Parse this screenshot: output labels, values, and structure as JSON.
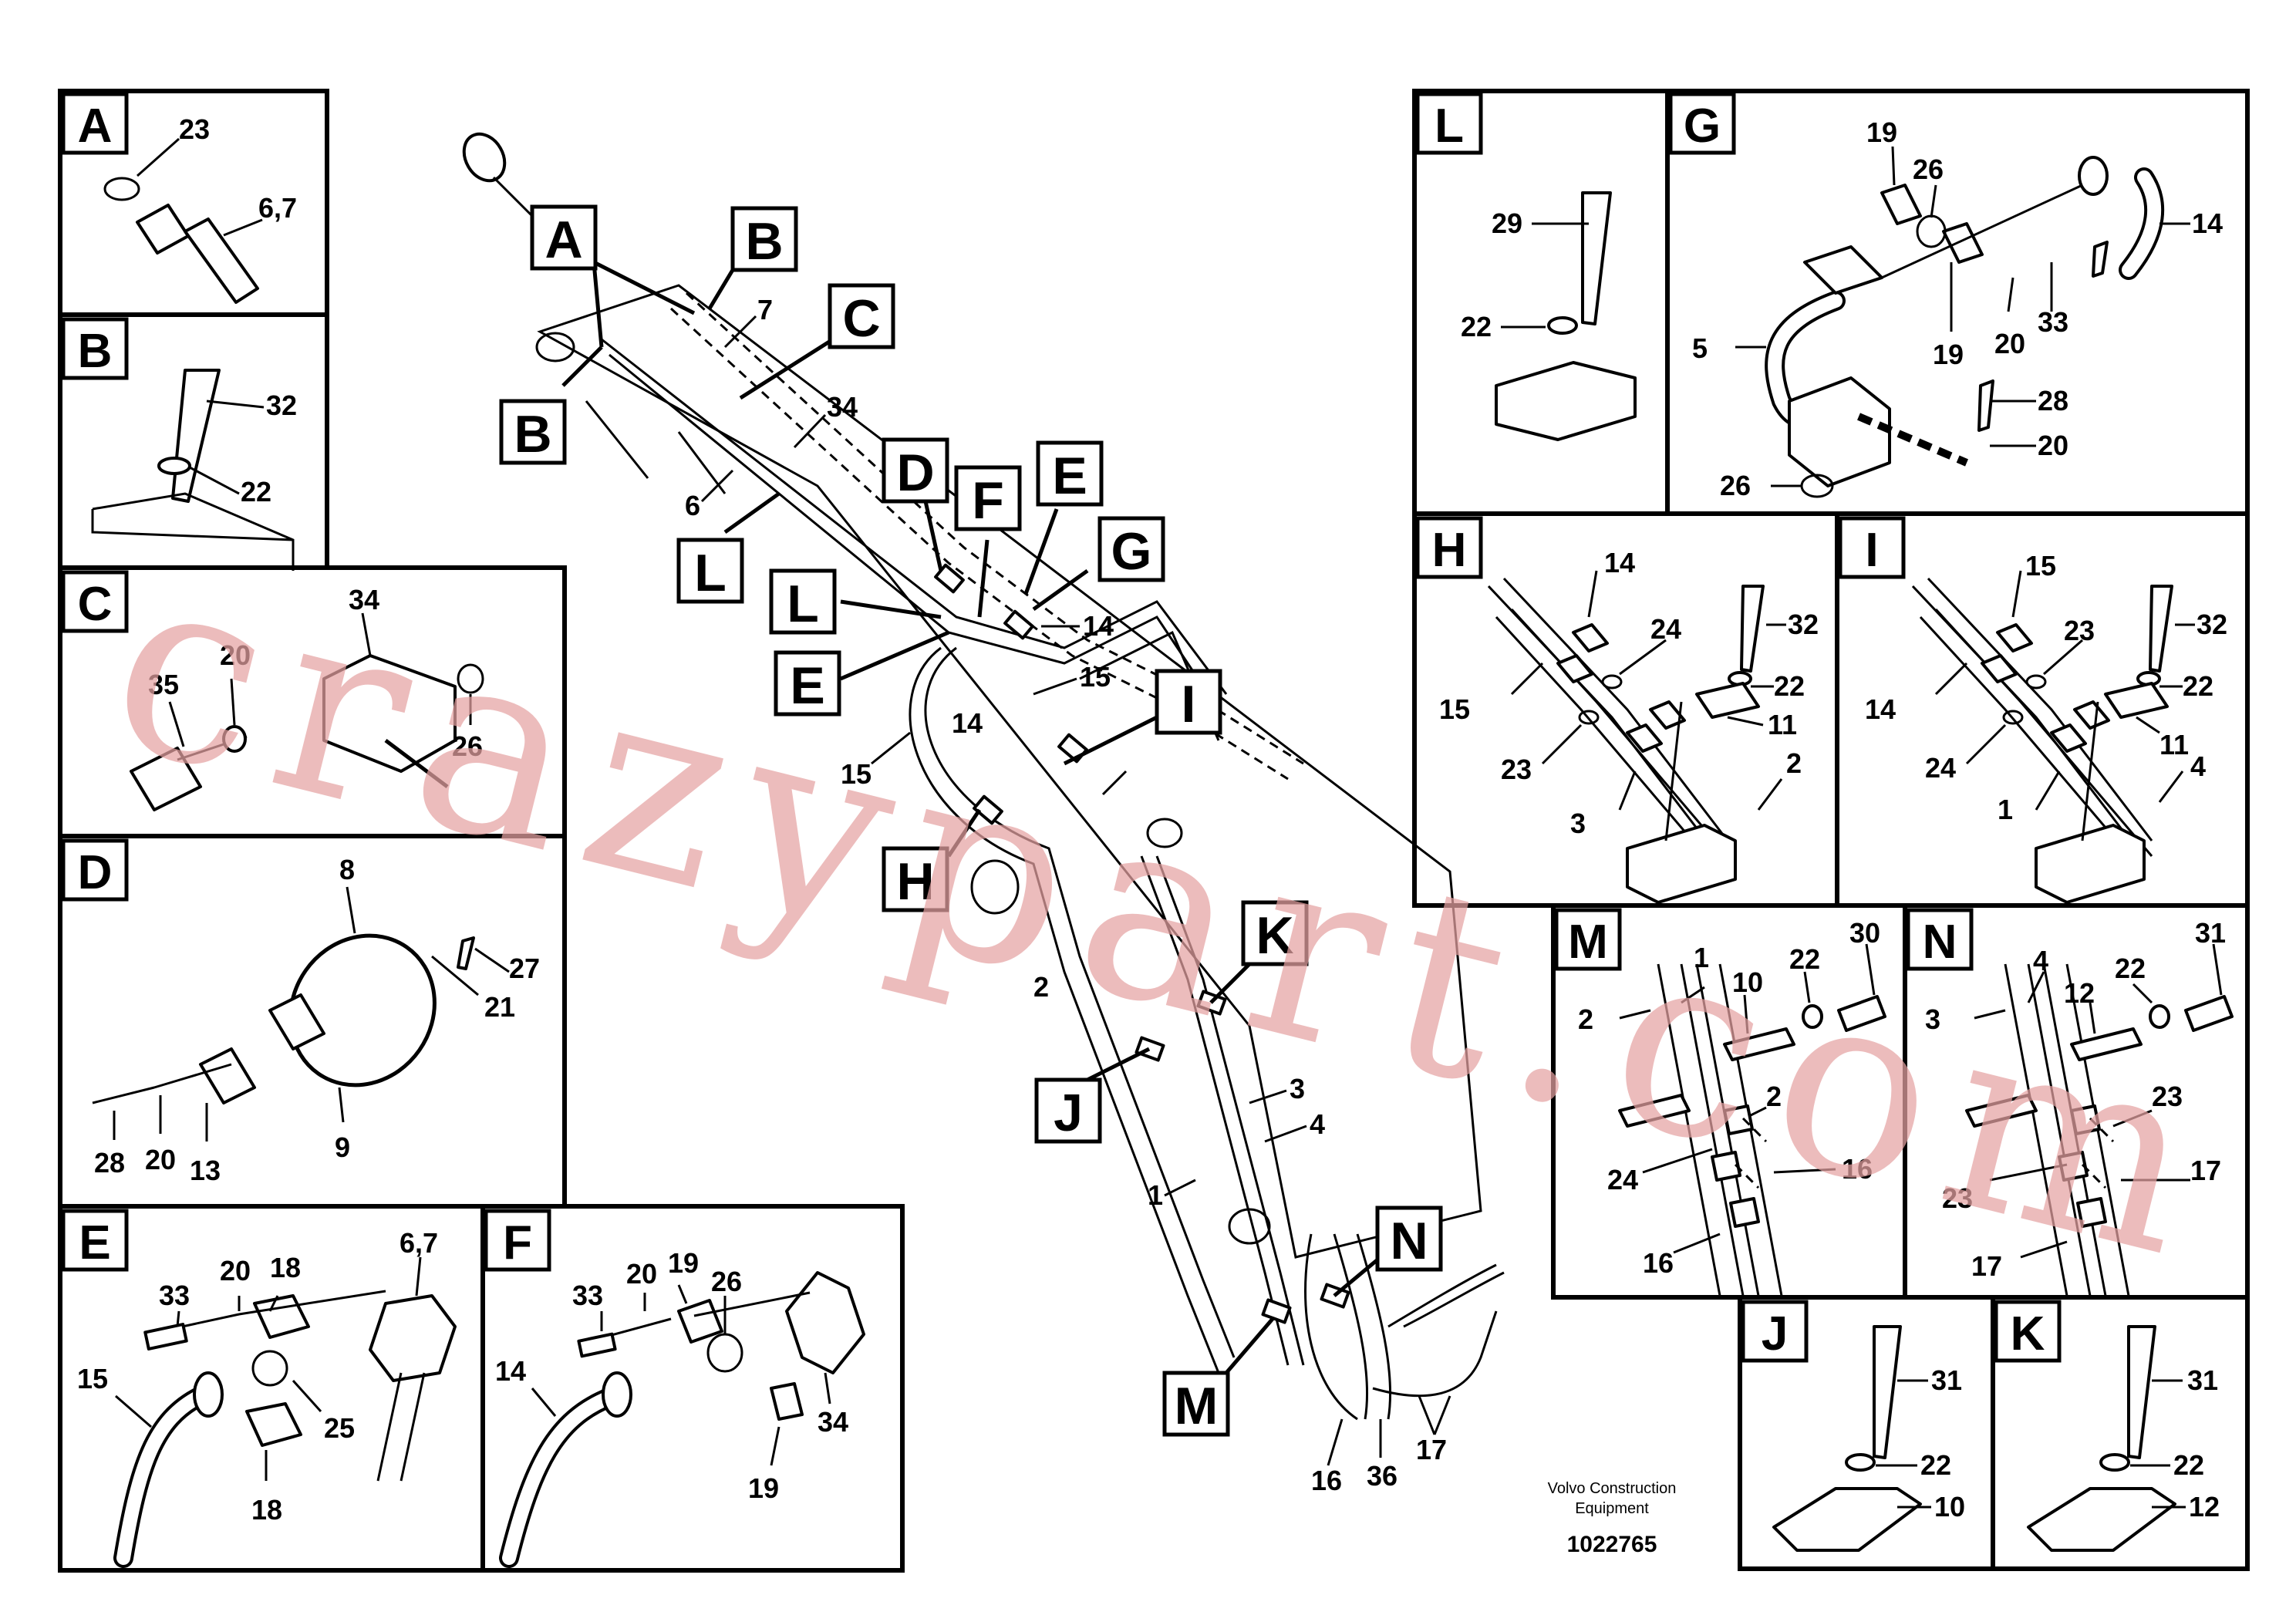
{
  "panels": {
    "A": {
      "label": "A",
      "callouts": [
        "23",
        "6,7"
      ]
    },
    "B": {
      "label": "B",
      "callouts": [
        "32",
        "22"
      ]
    },
    "C": {
      "label": "C",
      "callouts": [
        "34",
        "20",
        "35",
        "26"
      ]
    },
    "D": {
      "label": "D",
      "callouts": [
        "8",
        "27",
        "21",
        "28",
        "20",
        "13",
        "9"
      ]
    },
    "E": {
      "label": "E",
      "callouts": [
        "6,7",
        "33",
        "20",
        "18",
        "15",
        "25",
        "18"
      ]
    },
    "F": {
      "label": "F",
      "callouts": [
        "19",
        "33",
        "20",
        "26",
        "14",
        "34",
        "19"
      ]
    },
    "L": {
      "label": "L",
      "callouts": [
        "29",
        "22"
      ]
    },
    "G": {
      "label": "G",
      "callouts": [
        "19",
        "26",
        "14",
        "5",
        "19",
        "20",
        "33",
        "28",
        "20",
        "26"
      ]
    },
    "H": {
      "label": "H",
      "callouts": [
        "14",
        "24",
        "32",
        "15",
        "22",
        "11",
        "23",
        "2",
        "3"
      ]
    },
    "I": {
      "label": "I",
      "callouts": [
        "15",
        "23",
        "32",
        "22",
        "14",
        "11",
        "24",
        "4",
        "1"
      ]
    },
    "M": {
      "label": "M",
      "callouts": [
        "1",
        "30",
        "22",
        "10",
        "2",
        "2",
        "24",
        "16",
        "16"
      ]
    },
    "N": {
      "label": "N",
      "callouts": [
        "4",
        "31",
        "12",
        "22",
        "3",
        "23",
        "23",
        "17",
        "17"
      ]
    },
    "J": {
      "label": "J",
      "callouts": [
        "31",
        "22",
        "10"
      ]
    },
    "K": {
      "label": "K",
      "callouts": [
        "31",
        "22",
        "12"
      ]
    }
  },
  "main": {
    "tags": [
      "A",
      "B",
      "B",
      "C",
      "D",
      "F",
      "E",
      "L",
      "L",
      "E",
      "G",
      "I",
      "H",
      "K",
      "J",
      "N",
      "M"
    ],
    "callouts": [
      "7",
      "34",
      "6",
      "14",
      "15",
      "14",
      "15",
      "2",
      "3",
      "4",
      "1",
      "16",
      "36",
      "17"
    ]
  },
  "footer": {
    "company_line1": "Volvo Construction",
    "company_line2": "Equipment",
    "doc_number": "1022765"
  },
  "watermark": "crazypart.com"
}
